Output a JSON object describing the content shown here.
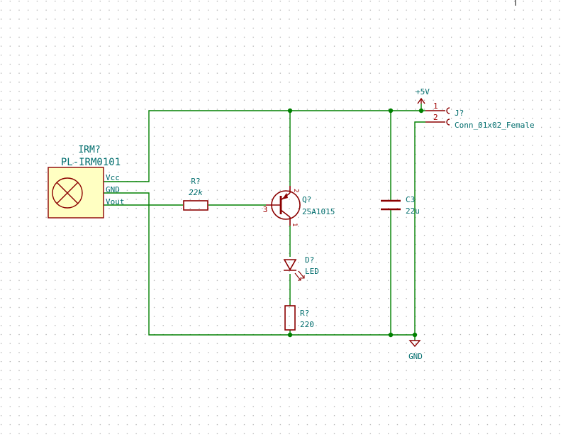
{
  "colors": {
    "background": "#ffffff",
    "grid_dot": "#a0a0a0",
    "wire": "#008000",
    "junction": "#008000",
    "component_outline": "#8b0000",
    "component_fill": "#ffffc2",
    "label_teal": "#006d6d",
    "pin_text": "#a00000"
  },
  "ir_module": {
    "reference": "IRM?",
    "value": "PL-IRM0101",
    "pins": [
      "Vcc",
      "GND",
      "Vout"
    ]
  },
  "resistor_base": {
    "reference": "R?",
    "value": "22k"
  },
  "transistor": {
    "reference": "Q?",
    "value": "2SA1015",
    "pin_base": "3",
    "pin_emitter": "2",
    "pin_collector": "1"
  },
  "led": {
    "reference": "D?",
    "value": "LED"
  },
  "resistor_led": {
    "reference": "R?",
    "value": "220"
  },
  "capacitor": {
    "reference": "C3",
    "value": "22u"
  },
  "connector": {
    "reference": "J?",
    "value": "Conn_01x02_Female",
    "pin1": "1",
    "pin2": "2"
  },
  "power": {
    "vcc": "+5V",
    "gnd": "GND"
  }
}
